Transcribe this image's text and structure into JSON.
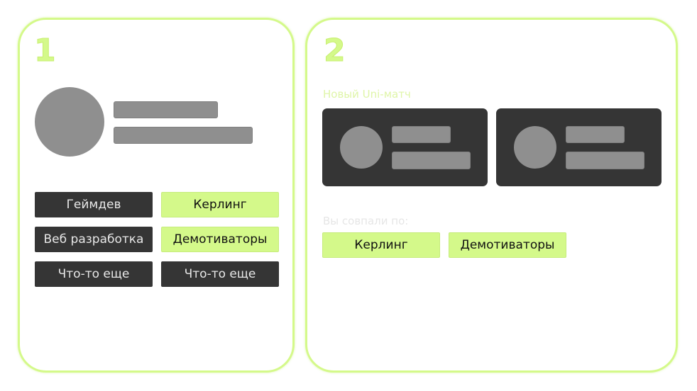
{
  "panel1": {
    "number": "1",
    "interests": [
      {
        "label": "Геймдев",
        "selected": false
      },
      {
        "label": "Керлинг",
        "selected": true
      },
      {
        "label": "Веб разработка",
        "selected": false
      },
      {
        "label": "Демотиваторы",
        "selected": true
      },
      {
        "label": "Что-то еще",
        "selected": false
      },
      {
        "label": "Что-то еще",
        "selected": false
      }
    ]
  },
  "panel2": {
    "number": "2",
    "match_title": "Новый Uni-матч",
    "matched_title": "Вы совпали по:",
    "matched_tags": [
      "Керлинг",
      "Демотиваторы"
    ]
  },
  "colors": {
    "accent": "#d4f98a",
    "dark": "#353535",
    "placeholder": "#8f8f8f"
  }
}
